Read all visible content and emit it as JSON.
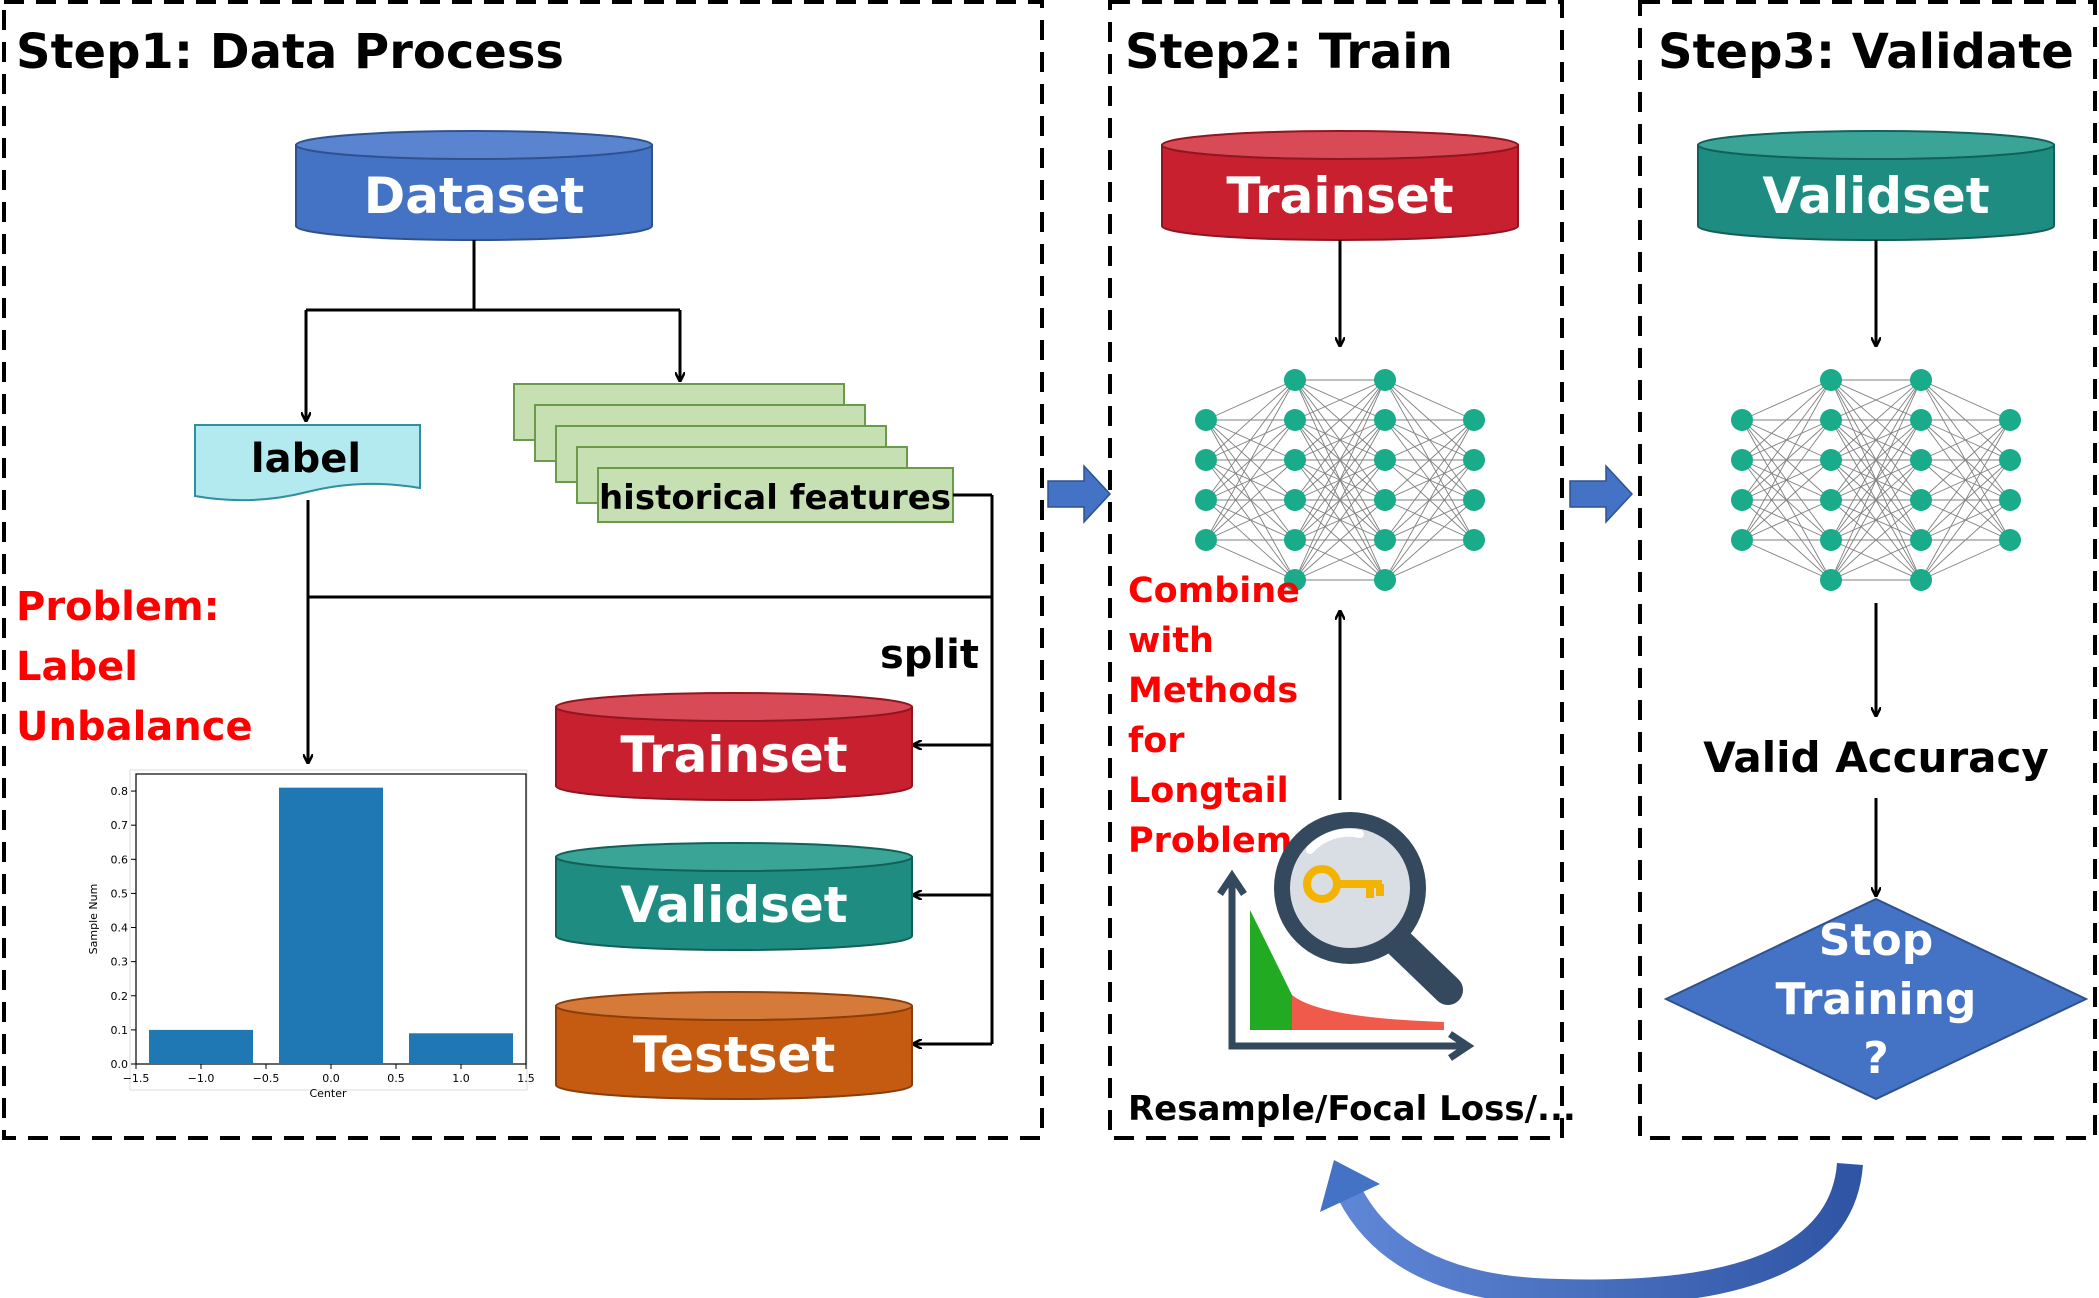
{
  "steps": {
    "step1": "Step1: Data Process",
    "step2": "Step2: Train",
    "step3": "Step3: Validate"
  },
  "step1": {
    "dataset": "Dataset",
    "label": "label",
    "historical_features": "historical features",
    "split": "split",
    "problem": [
      "Problem:",
      "Label",
      "Unbalance"
    ],
    "trainset": "Trainset",
    "validset": "Validset",
    "testset": "Testset"
  },
  "step2": {
    "trainset": "Trainset",
    "combine": [
      "Combine",
      "with",
      "Methods",
      "for",
      "Longtail",
      "Problem"
    ],
    "methods": "Resample/Focal Loss/..."
  },
  "step3": {
    "validset": "Validset",
    "valid_accuracy": "Valid Accuracy",
    "stop_training": [
      "Stop",
      "Training",
      "?"
    ]
  },
  "colors": {
    "dataset": "#4472c4",
    "trainset": "#c8202f",
    "validset": "#1e8c80",
    "testset": "#c55a11",
    "label_doc": "#b3eaf0",
    "features_doc": "#c6e0b4",
    "nn_node": "#1aab8a",
    "bar": "#1f77b4",
    "flow_arrow": "#4472c4",
    "problem_text": "#ff0000"
  },
  "chart_data": {
    "type": "bar",
    "x": [
      -1.0,
      0.0,
      1.0
    ],
    "values": [
      0.1,
      0.81,
      0.09
    ],
    "xlabel": "Center",
    "ylabel": "Sample Num",
    "xlim": [
      -1.5,
      1.5
    ],
    "ylim": [
      0,
      0.85
    ],
    "xticks": [
      "−1.5",
      "−1.0",
      "−0.5",
      "0.0",
      "0.5",
      "1.0",
      "1.5"
    ],
    "yticks": [
      "0.0",
      "0.1",
      "0.2",
      "0.3",
      "0.4",
      "0.5",
      "0.6",
      "0.7",
      "0.8"
    ]
  }
}
